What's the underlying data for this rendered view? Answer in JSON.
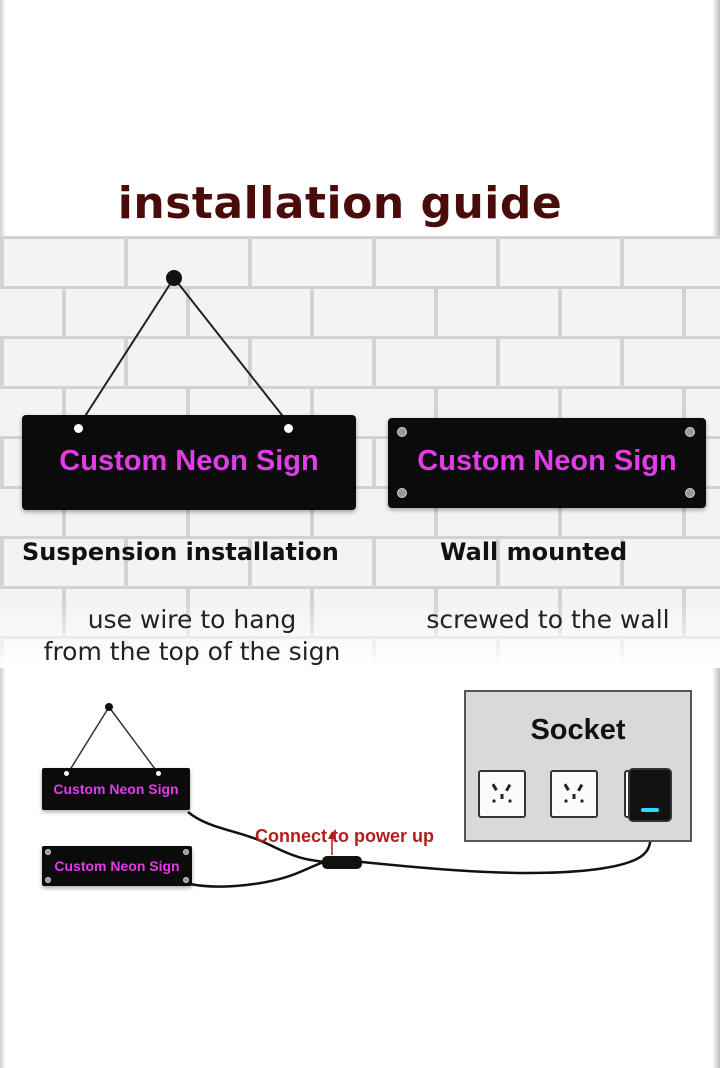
{
  "title": "installation guide",
  "top_signs": {
    "suspension_sign_text": "Custom Neon Sign",
    "wall_sign_text": "Custom Neon Sign"
  },
  "methods": [
    {
      "heading": "Suspension installation",
      "description_line1": "use wire to hang",
      "description_line2": "from the top of the sign"
    },
    {
      "heading": "Wall mounted",
      "description_line1": "screwed to the wall"
    }
  ],
  "wiring": {
    "sign1_text": "Custom Neon Sign",
    "sign2_text": "Custom Neon Sign",
    "connect_label": "Connect to power up",
    "socket_label": "Socket"
  },
  "colors": {
    "title": "#4a0b0b",
    "neon_text": "#e23ce8",
    "sign_body": "#0b0b0b",
    "connect_text": "#b21e1e",
    "led": "#2ed8ff"
  }
}
